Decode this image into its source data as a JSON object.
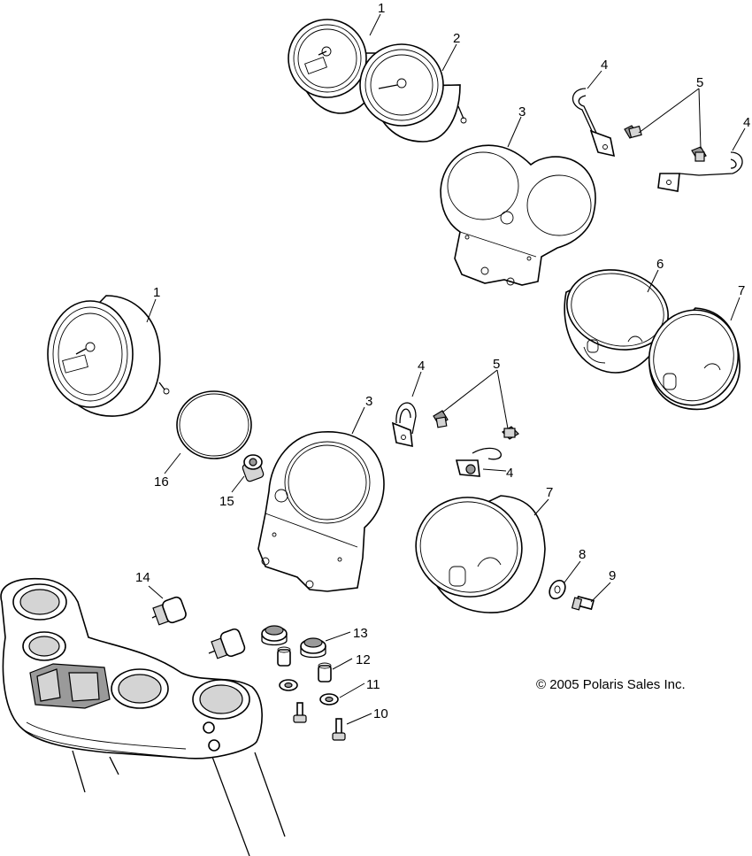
{
  "diagram": {
    "copyright": "© 2005 Polaris Sales Inc.",
    "callouts": {
      "c1a": "1",
      "c2": "2",
      "c3a": "3",
      "c4a": "4",
      "c5a": "5",
      "c4b": "4",
      "c1b": "1",
      "c6": "6",
      "c7a": "7",
      "c4c": "4",
      "c5b": "5",
      "c3b": "3",
      "c16": "16",
      "c15": "15",
      "c4d": "4",
      "c7b": "7",
      "c8": "8",
      "c9": "9",
      "c14": "14",
      "c13": "13",
      "c12": "12",
      "c11": "11",
      "c10": "10"
    }
  }
}
